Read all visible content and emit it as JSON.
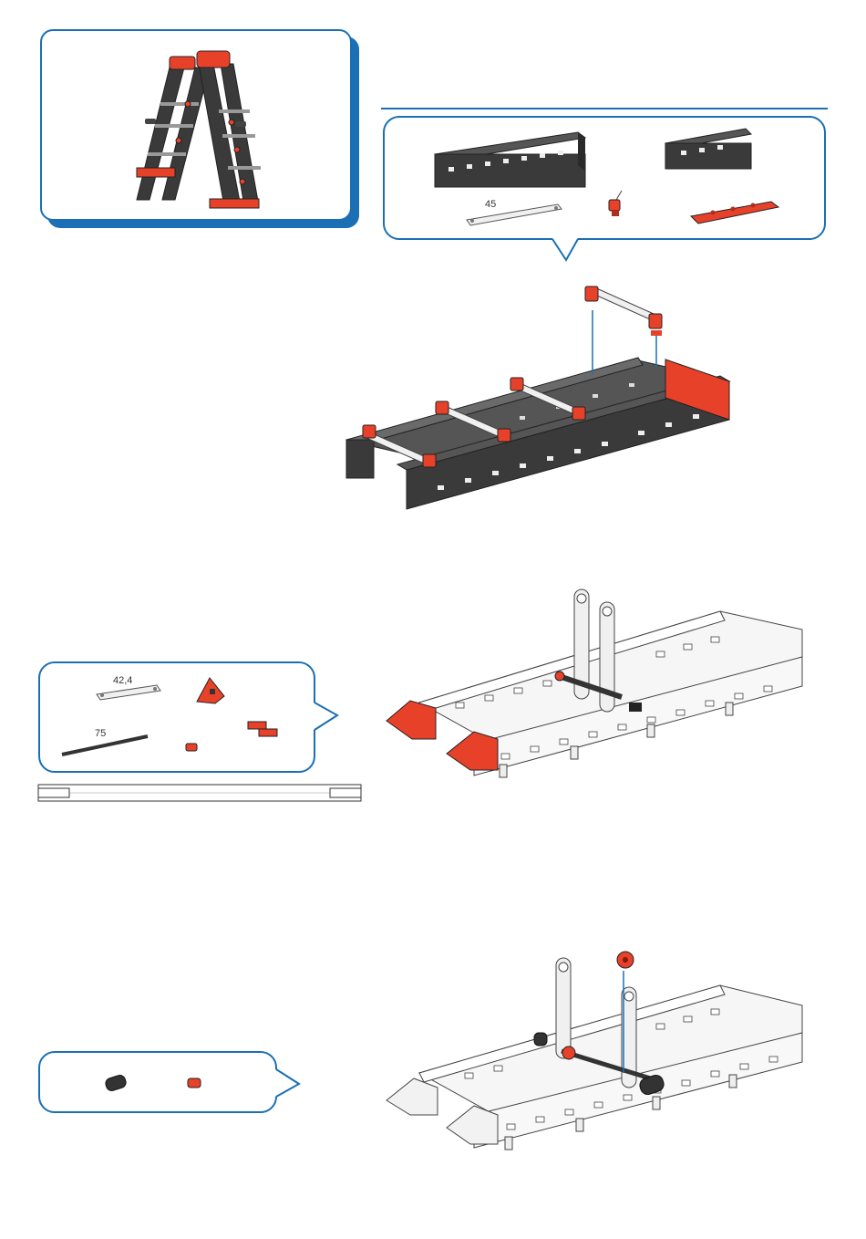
{
  "colors": {
    "accent_blue": "#1a6fb5",
    "part_red": "#e8412a",
    "part_dark": "#3a3a3a",
    "part_light": "#f4f4f4",
    "outline": "#444444"
  },
  "preview": {
    "icon": "ladder-model-icon"
  },
  "step1": {
    "parts": {
      "long_block_icon": "building-block-long-icon",
      "short_block_icon": "building-block-short-icon",
      "strut_label": "45",
      "strut_icon": "strut-45-icon",
      "clip_icon": "red-clip-icon",
      "plate_icon": "red-base-plate-icon"
    },
    "assembly_icon": "ladder-frame-assembly-icon"
  },
  "step2": {
    "parts": {
      "strut_label": "42,4",
      "axle_label": "75",
      "strut_icon": "strut-42-icon",
      "axle_icon": "axle-75-icon",
      "angle_block_icon": "red-angle-block-icon",
      "spacer_icon": "red-spacer-icon",
      "connector_icon": "red-connector-icon"
    },
    "ruler_icon": "scale-ruler-icon",
    "assembly_icon": "frame-with-struts-icon"
  },
  "step3": {
    "parts": {
      "bushing_icon": "black-bushing-icon",
      "ring_icon": "red-ring-icon"
    },
    "assembly_icon": "frame-with-bushing-icon"
  }
}
